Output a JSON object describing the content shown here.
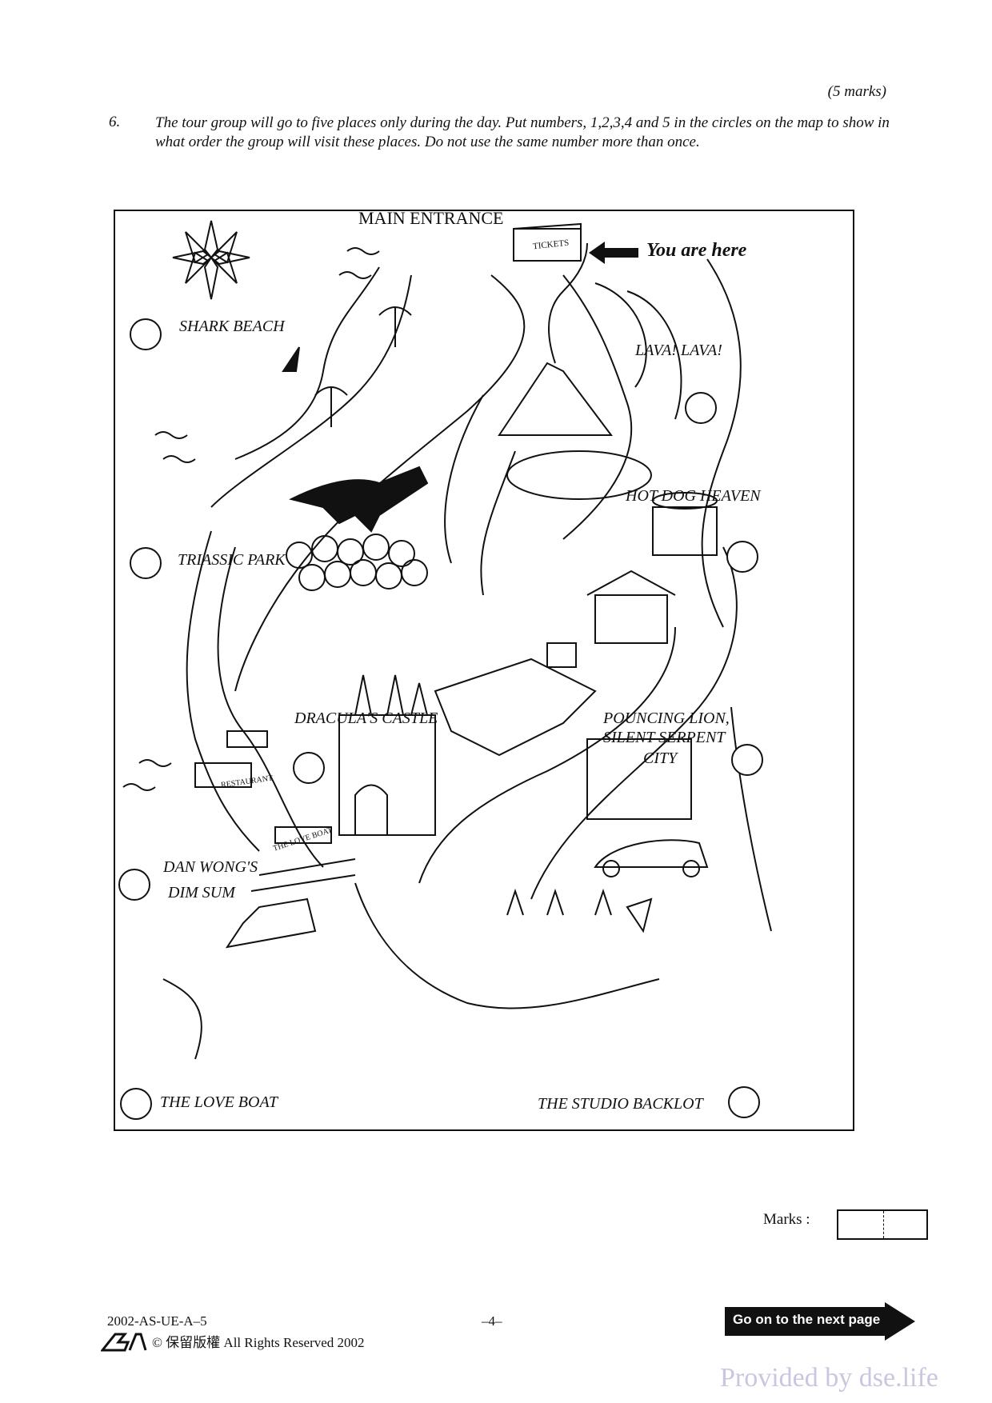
{
  "header": {
    "marks": "(5 marks)",
    "question_number": "6.",
    "question_text": "The tour group will go to five places only during the day.  Put numbers, 1,2,3,4 and 5 in the circles on the map to show in what order the group will visit these places. Do not use the same number more than once."
  },
  "map": {
    "main_entrance": "MAIN ENTRANCE",
    "tickets_sign": "TICKETS",
    "you_are_here": "You are here",
    "places": {
      "shark_beach": "SHARK BEACH",
      "lava_lava": "LAVA! LAVA!",
      "hot_dog_heaven": "HOT DOG HEAVEN",
      "triassic_park": "TRIASSIC PARK",
      "draculas_castle": "DRACULA'S CASTLE",
      "pouncing_lion_1": "POUNCING LION,",
      "pouncing_lion_2": "SILENT SERPENT",
      "pouncing_lion_3": "CITY",
      "dan_wong_1": "DAN WONG'S",
      "dan_wong_2": "DIM SUM",
      "love_boat": "THE LOVE BOAT",
      "studio_backlot": "THE STUDIO BACKLOT"
    },
    "restaurant_sign": "RESTAURANT",
    "love_boat_sign": "THE LOVE BOAT"
  },
  "marks_label": "Marks :",
  "footer": {
    "code": "2002-AS-UE-A–5",
    "page": "–4–",
    "copyright": "© 保留版權 All Rights Reserved 2002",
    "next_page": "Go on to the next page"
  },
  "watermark": "Provided by dse.life"
}
